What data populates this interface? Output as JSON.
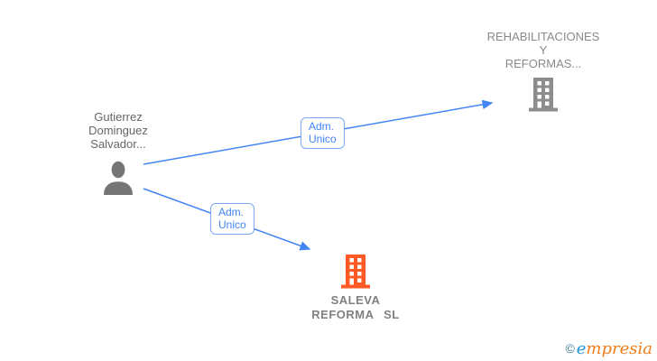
{
  "colors": {
    "edge_blue": "#4285f4",
    "edge_label_border": "#7baaf7",
    "person_icon_gray": "#757575",
    "company_icon_gray": "#8c8c8c",
    "company_icon_orange": "#ff5a26",
    "person_text_gray": "#666666",
    "company_text_gray": "#8a8a8a"
  },
  "person": {
    "name_lines": [
      "Gutierrez",
      "Dominguez",
      "Salvador..."
    ]
  },
  "companies": {
    "rehabilitaciones": {
      "name_lines": [
        "REHABILITACIONES",
        "Y",
        "REFORMAS..."
      ]
    },
    "saleva": {
      "name_lines": [
        "SALEVA",
        "REFORMA SL"
      ]
    }
  },
  "edges": {
    "to_rehabilitaciones": {
      "label_lines": [
        "Adm.",
        "Unico"
      ]
    },
    "to_saleva": {
      "label_lines": [
        "Adm.",
        "Unico"
      ]
    }
  },
  "footer": {
    "copyright_symbol": "©",
    "brand_first_letter": "e",
    "brand_rest": "mpresia"
  }
}
